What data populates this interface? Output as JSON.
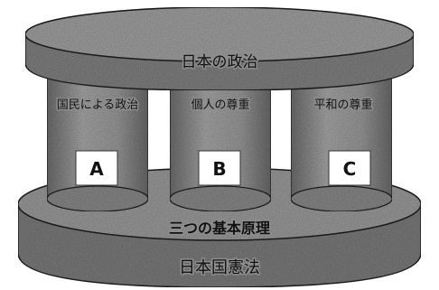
{
  "diagram": {
    "top_label": "日本の政治",
    "pillars": [
      {
        "caption": "国民による政治",
        "letter": "A"
      },
      {
        "caption": "個人の尊重",
        "letter": "B"
      },
      {
        "caption": "平和の尊重",
        "letter": "C"
      }
    ],
    "principles_label": "三つの基本原理",
    "base_label": "日本国憲法"
  },
  "colors": {
    "slab": "#8c8c8c",
    "pillar": "#9a9a9a",
    "box": "#ffffff",
    "text": "#111111"
  }
}
